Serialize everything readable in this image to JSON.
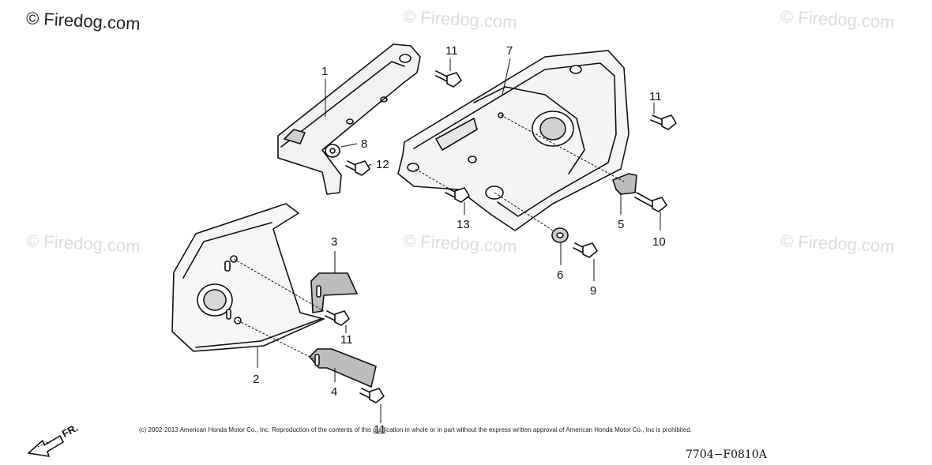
{
  "watermarks": [
    {
      "text": "© Firedog.com",
      "variant": "main"
    },
    {
      "text": "© Firedog.com",
      "variant": "faint"
    },
    {
      "text": "© Firedog.com",
      "variant": "faint"
    },
    {
      "text": "© Firedog.com",
      "variant": "faint"
    },
    {
      "text": "© Firedog.com",
      "variant": "faint"
    },
    {
      "text": "© Firedog.com",
      "variant": "faint"
    }
  ],
  "callouts": [
    "1",
    "2",
    "3",
    "4",
    "5",
    "6",
    "7",
    "8",
    "9",
    "10",
    "11",
    "11",
    "11",
    "11",
    "12",
    "13"
  ],
  "direction_label": "FR.",
  "copyright": "(c) 2002-2013 American Honda Motor Co., Inc. Reproduction of the contents of this publication in whole or in part without the express written approval of American Honda Motor Co., Inc is prohibited.",
  "figure_code": "7704−F0810A",
  "colors": {
    "line": "#111111",
    "shade": "#bdbdbd",
    "watermark": "#dddddd"
  }
}
